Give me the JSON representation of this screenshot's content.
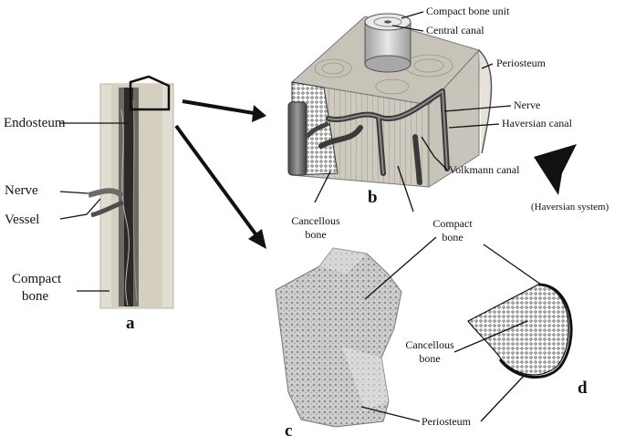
{
  "labels": {
    "panel_a": "a",
    "panel_b": "b",
    "panel_c": "c",
    "panel_d": "d",
    "a_endosteum": "Endosteum",
    "a_nerve": "Nerve",
    "a_vessel": "Vessel",
    "a_compact_1": "Compact",
    "a_compact_2": "bone",
    "b_compact_bone_unit": "Compact bone unit",
    "b_central_canal": "Central canal",
    "b_periosteum": "Periosteum",
    "b_nerve": "Nerve",
    "b_haversian_canal": "Haversian canal",
    "b_volkmann_canal": "Volkmann canal",
    "b_haversian_system": "(Haversian system)",
    "c_cancellous_1": "Cancellous",
    "c_cancellous_2": "bone",
    "cd_compact_1": "Compact",
    "cd_compact_2": "bone",
    "c_periosteum": "Periosteum",
    "d_cancellous_1": "Cancellous",
    "d_cancellous_2": "bone"
  },
  "colors": {
    "line": "#111111",
    "bone_light": "#e4e0d6",
    "bone_mid": "#bdb8ab",
    "canal_dark": "#2a2a2a",
    "spongy": "#b9b9b9"
  }
}
